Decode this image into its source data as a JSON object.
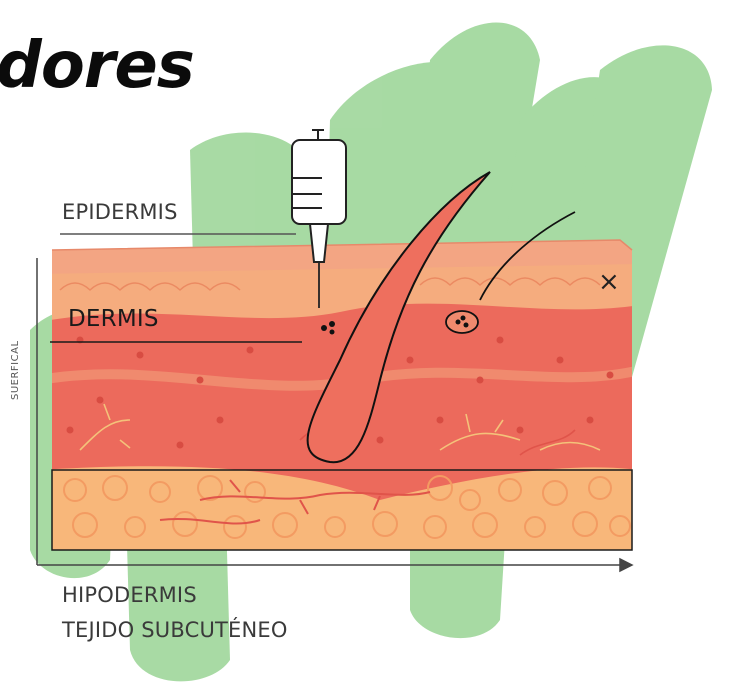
{
  "title": "dores",
  "labels": {
    "epidermis": "EPIDERMIS",
    "dermis": "DERMIS",
    "hipodermis": "HIPODERMIS",
    "tejido": "TEJIDO SUBCUTÉNEO",
    "side": "SUERFICAL",
    "mark": "×"
  },
  "colors": {
    "background_brush": "#9ed69a",
    "epidermis": "#f3a583",
    "dermis_upper": "#f5ac7e",
    "dermis": "#ec6a5c",
    "hypodermis": "#f8b77a",
    "fat_cells": "#f39b62",
    "vessels": "#e0544a",
    "hair": "#ee6f5e",
    "nerves": "#f4c27a"
  },
  "icons": {
    "syringe": "syringe-icon",
    "close": "close-x-icon"
  }
}
